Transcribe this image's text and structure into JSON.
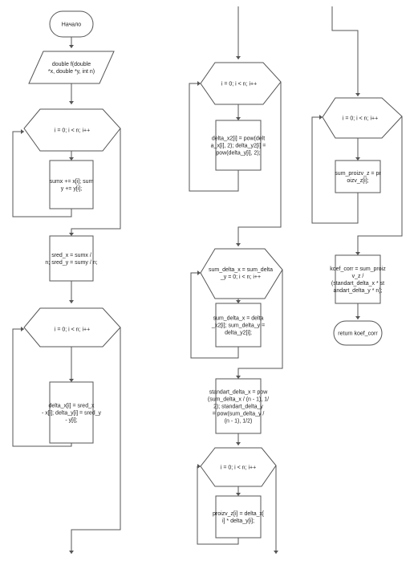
{
  "flowchart": {
    "nodes": [
      {
        "id": "start",
        "kind": "terminal",
        "lines": [
          "Начало"
        ]
      },
      {
        "id": "input",
        "kind": "io",
        "lines": [
          "double f(double",
          "*x, double *y, int n)"
        ]
      },
      {
        "id": "loop1",
        "kind": "loop",
        "lines": [
          "i = 0; i < n; i++"
        ]
      },
      {
        "id": "sum",
        "kind": "process",
        "lines": [
          "sumx += x[i]; sum",
          "y += y[i];"
        ]
      },
      {
        "id": "mean",
        "kind": "process",
        "lines": [
          "sred_x = sumx /",
          "n; sred_y = sumy / n;"
        ]
      },
      {
        "id": "loop2",
        "kind": "loop",
        "lines": [
          "i = 0; i < n; i++"
        ]
      },
      {
        "id": "delta",
        "kind": "process",
        "lines": [
          "delta_x[i] = sred_x",
          "- x[i]; delta_y[i] = sred_y",
          "- y[i];"
        ]
      },
      {
        "id": "loop3",
        "kind": "loop",
        "lines": [
          "i = 0; i < n; i++"
        ]
      },
      {
        "id": "pow",
        "kind": "process",
        "lines": [
          "delta_x2[i] = pow(delt",
          "a_x[i], 2); delta_y2[i] =",
          "pow(delta_y[i], 2);"
        ]
      },
      {
        "id": "loop4",
        "kind": "loop",
        "lines": [
          "sum_delta_x = sum_delta",
          "_y = 0; i < n; i++"
        ]
      },
      {
        "id": "sumd",
        "kind": "process",
        "lines": [
          "sum_delta_x = delta",
          "_x2[i]; sum_delta_y =",
          "delta_y2[i];"
        ]
      },
      {
        "id": "std",
        "kind": "process",
        "lines": [
          "standart_delta_x = pow",
          "(sum_delta_x / (n - 1), 1/",
          "2); standart_delta_y",
          "= pow(sum_delta_y /",
          "(n - 1), 1/2)"
        ]
      },
      {
        "id": "loop5",
        "kind": "loop",
        "lines": [
          "i = 0; i < n; i++"
        ]
      },
      {
        "id": "prod",
        "kind": "process",
        "lines": [
          "proizv_z[i] = delta_x[",
          "i] * delta_y[i];"
        ]
      },
      {
        "id": "loop6",
        "kind": "loop",
        "lines": [
          "i = 0; i < n; i++"
        ]
      },
      {
        "id": "sump",
        "kind": "process",
        "lines": [
          "sum_proizv_z = pr",
          "oizv_z[i];"
        ]
      },
      {
        "id": "coef",
        "kind": "process",
        "lines": [
          "koef_corr = sum_proiz",
          "v_z /",
          "(standart_delta_x * st",
          "andart_delta_y * n);"
        ]
      },
      {
        "id": "ret",
        "kind": "terminal",
        "lines": [
          "return koef_corr"
        ]
      }
    ]
  }
}
